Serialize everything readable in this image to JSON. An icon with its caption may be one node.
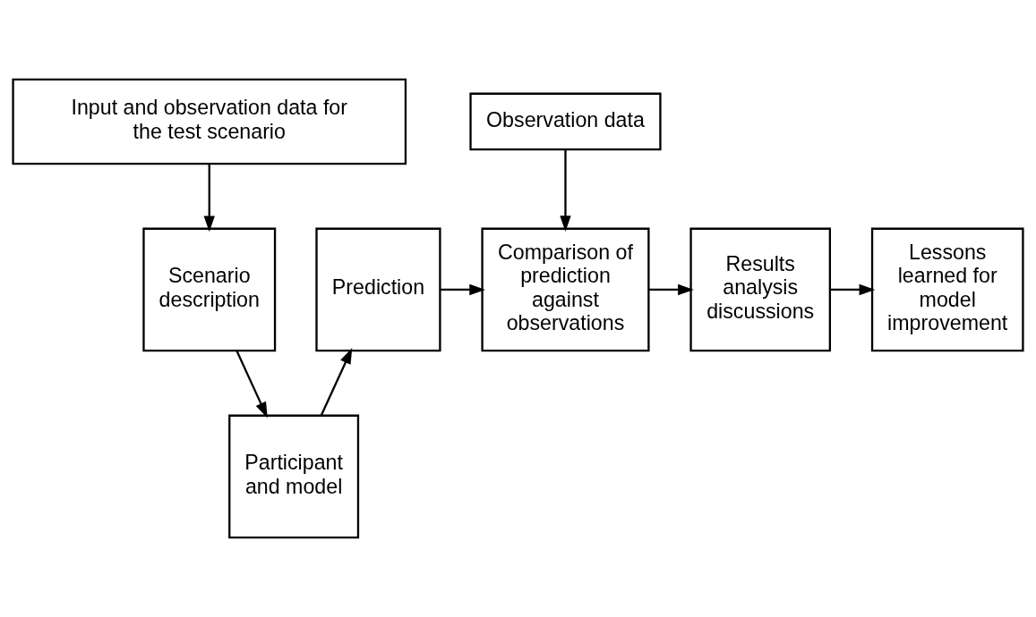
{
  "diagram": {
    "nodes": [
      {
        "text": [
          "Input and observation data for the test scenario"
        ]
      },
      {
        "text": [
          "Observation data"
        ]
      },
      {
        "text": [
          "Scenario description"
        ]
      },
      {
        "text": [
          "Prediction"
        ]
      },
      {
        "text": [
          "Comparison of prediction against observations"
        ]
      },
      {
        "text": [
          "Results analysis discussions"
        ]
      },
      {
        "text": [
          "Lessons learned for model improvement"
        ]
      },
      {
        "text": [
          "Participant and model"
        ]
      }
    ],
    "edges": [
      {
        "from": 0,
        "to": 2,
        "arrow": "to"
      },
      {
        "from": 1,
        "to": 4,
        "arrow": "to"
      },
      {
        "from": 2,
        "to": 7,
        "arrow": "to"
      },
      {
        "from": 7,
        "to": 3,
        "arrow": "to"
      },
      {
        "from": 3,
        "to": 4,
        "arrow": "to"
      },
      {
        "from": 4,
        "to": 5,
        "arrow": "to"
      },
      {
        "from": 5,
        "to": 6,
        "arrow": "to"
      }
    ]
  }
}
